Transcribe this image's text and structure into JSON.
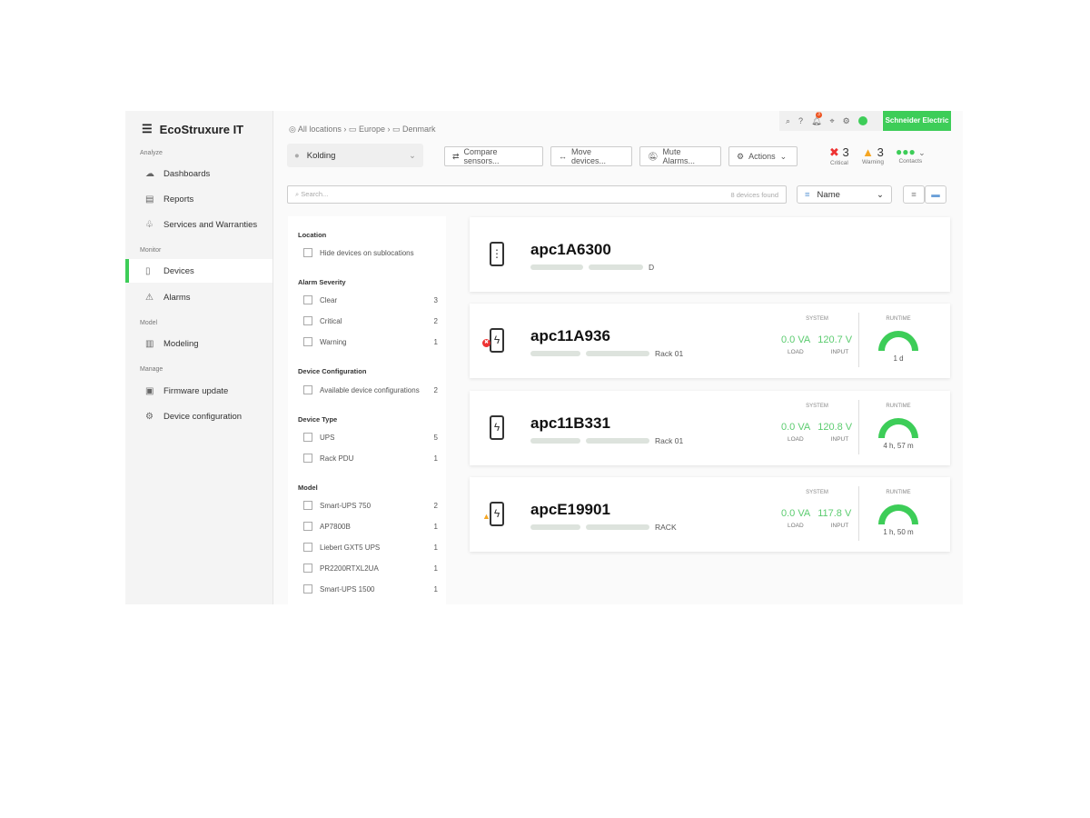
{
  "app": {
    "logo": "EcoStruxure IT",
    "brand": "Schneider Electric",
    "notif_count": "3"
  },
  "sidebar": {
    "sections": [
      {
        "label": "Analyze",
        "items": [
          "Dashboards",
          "Reports",
          "Services and Warranties"
        ]
      },
      {
        "label": "Monitor",
        "items": [
          "Devices",
          "Alarms"
        ]
      },
      {
        "label": "Model",
        "items": [
          "Modeling"
        ]
      },
      {
        "label": "Manage",
        "items": [
          "Firmware update",
          "Device configuration"
        ]
      }
    ]
  },
  "breadcrumb": [
    "All locations",
    "Europe",
    "Denmark"
  ],
  "location_select": "Kolding",
  "toolbar": {
    "compare": "Compare sensors...",
    "move": "Move devices...",
    "mute": "Mute Alarms...",
    "actions": "Actions"
  },
  "status": {
    "critical_count": "3",
    "critical_label": "Critical",
    "warning_count": "3",
    "warning_label": "Warning",
    "contacts_label": "Contacts"
  },
  "search": {
    "placeholder": "Search...",
    "found": "8 devices found"
  },
  "sort": "Name",
  "filters": {
    "location": {
      "title": "Location",
      "items": [
        {
          "label": "Hide devices on sublocations",
          "count": ""
        }
      ]
    },
    "alarm": {
      "title": "Alarm Severity",
      "items": [
        {
          "label": "Clear",
          "count": "3"
        },
        {
          "label": "Critical",
          "count": "2"
        },
        {
          "label": "Warning",
          "count": "1"
        }
      ]
    },
    "config": {
      "title": "Device Configuration",
      "items": [
        {
          "label": "Available device configurations",
          "count": "2"
        }
      ]
    },
    "type": {
      "title": "Device Type",
      "items": [
        {
          "label": "UPS",
          "count": "5"
        },
        {
          "label": "Rack PDU",
          "count": "1"
        }
      ]
    },
    "model": {
      "title": "Model",
      "items": [
        {
          "label": "Smart-UPS 750",
          "count": "2"
        },
        {
          "label": "AP7800B",
          "count": "1"
        },
        {
          "label": "Liebert GXT5 UPS",
          "count": "1"
        },
        {
          "label": "PR2200RTXL2UA",
          "count": "1"
        },
        {
          "label": "Smart-UPS 1500",
          "count": "1"
        }
      ]
    }
  },
  "devices": [
    {
      "name": "apc1A6300",
      "rack": "D"
    },
    {
      "name": "apc11A936",
      "rack": "Rack 01",
      "system": "SYSTEM",
      "load": "0.0 VA",
      "load_label": "LOAD",
      "input": "120.7 V",
      "input_label": "INPUT",
      "runtime_label": "RUNTIME",
      "runtime": "1 d",
      "alarm": "critical"
    },
    {
      "name": "apc11B331",
      "rack": "Rack 01",
      "system": "SYSTEM",
      "load": "0.0 VA",
      "load_label": "LOAD",
      "input": "120.8 V",
      "input_label": "INPUT",
      "runtime_label": "RUNTIME",
      "runtime": "4 h, 57 m"
    },
    {
      "name": "apcE19901",
      "rack": "RACK",
      "system": "SYSTEM",
      "load": "0.0 VA",
      "load_label": "LOAD",
      "input": "117.8 V",
      "input_label": "INPUT",
      "runtime_label": "RUNTIME",
      "runtime": "1 h, 50 m",
      "alarm": "warning"
    }
  ]
}
